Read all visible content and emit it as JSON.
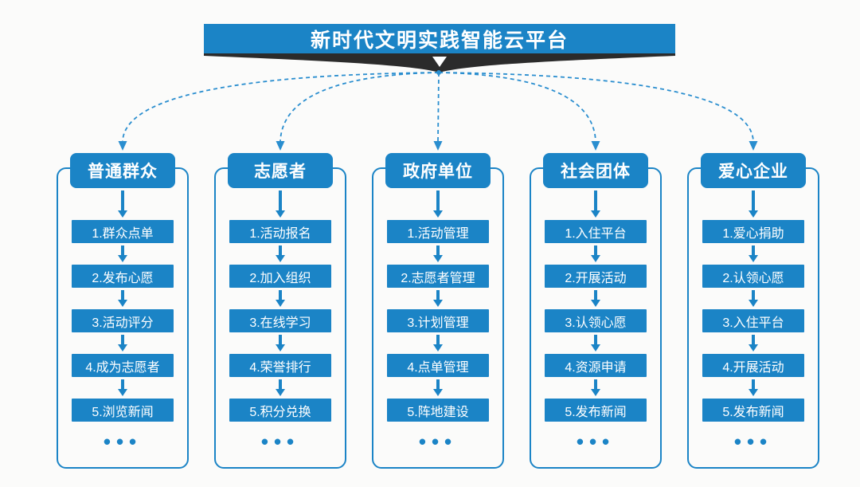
{
  "title": "新时代文明实践智能云平台",
  "colors": {
    "primary": "#1b84c6",
    "connector": "#2a8ecf",
    "ribbon": "#2b2b2b",
    "background": "#fbfbfa",
    "text_on_primary": "#ffffff"
  },
  "columns": [
    {
      "header": "普通群众",
      "items": [
        "1.群众点单",
        "2.发布心愿",
        "3.活动评分",
        "4.成为志愿者",
        "5.浏览新闻"
      ],
      "more": "•••"
    },
    {
      "header": "志愿者",
      "items": [
        "1.活动报名",
        "2.加入组织",
        "3.在线学习",
        "4.荣誉排行",
        "5.积分兑换"
      ],
      "more": "•••"
    },
    {
      "header": "政府单位",
      "items": [
        "1.活动管理",
        "2.志愿者管理",
        "3.计划管理",
        "4.点单管理",
        "5.阵地建设"
      ],
      "more": "•••"
    },
    {
      "header": "社会团体",
      "items": [
        "1.入住平台",
        "2.开展活动",
        "3.认领心愿",
        "4.资源申请",
        "5.发布新闻"
      ],
      "more": "•••"
    },
    {
      "header": "爱心企业",
      "items": [
        "1.爱心捐助",
        "2.认领心愿",
        "3.入住平台",
        "4.开展活动",
        "5.发布新闻"
      ],
      "more": "•••"
    }
  ]
}
